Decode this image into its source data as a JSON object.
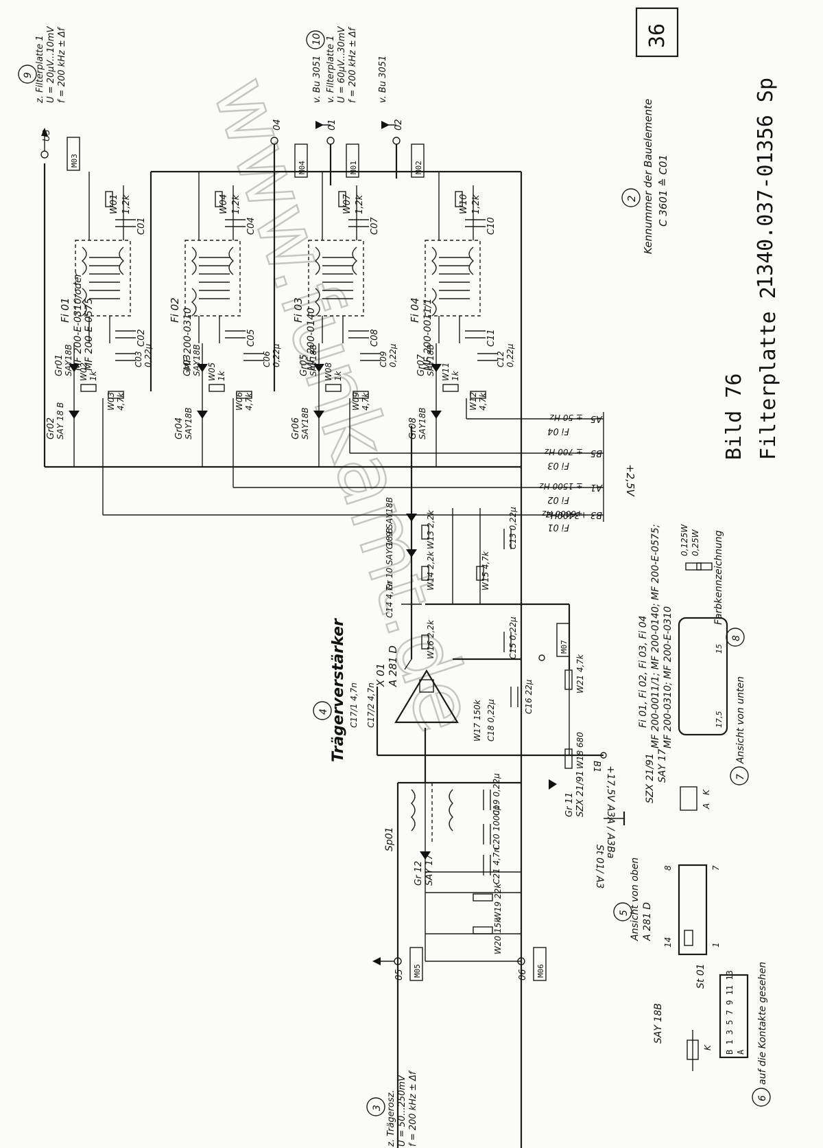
{
  "page_number": "36",
  "figure": {
    "title": "Bild 76",
    "subtitle": "Filterplatte 2",
    "doc_number": "1340.037-01356 Sp"
  },
  "watermark": "www.funkamt.de",
  "legend": {
    "circle": "2",
    "line1": "Kennummer der Bauelemente",
    "line2": "C 3601 ≙ C01"
  },
  "top_ports": {
    "u3": {
      "label": "U3",
      "note_circle": "9",
      "note1": "z. Filterplatte 1",
      "note2": "U = 20µV...10mV",
      "note3": "f = 200 kHz ± Δf",
      "mark": "M03"
    },
    "o4": {
      "label": "04"
    },
    "o1": {
      "label": "01",
      "ref": "v. Bu 3051",
      "mark": "M04",
      "note_circle": "10",
      "note1": "v. Filterplatte 1",
      "note2": "U = 60µV...30mV",
      "note3": "f = 200 kHz ± Δf",
      "mark2": "M01"
    },
    "o2": {
      "label": "02",
      "ref": "v. Bu 3051",
      "mark": "M02"
    }
  },
  "filters": [
    {
      "id": "Fi 01",
      "type": "MF 200-E-0310/oder",
      "type2": "MF 200-E-0575",
      "cap_a": "C01",
      "cap_b": "C02",
      "res": "W01",
      "res_val": "1,2k"
    },
    {
      "id": "Fi 02",
      "type": "MF 200-0310",
      "cap_a": "C04",
      "cap_b": "C05",
      "res": "W04",
      "res_val": "1,2k"
    },
    {
      "id": "Fi 03",
      "type": "MF 200-0140",
      "cap_a": "C07",
      "cap_b": "C08",
      "res": "W07",
      "res_val": "1,2k"
    },
    {
      "id": "Fi 04",
      "type": "MF 200-0011/1",
      "cap_a": "C10",
      "cap_b": "C11",
      "res": "W10",
      "res_val": "1,2k"
    }
  ],
  "switch_groups": [
    {
      "d1": "Gr01",
      "d1t": "SAY18B",
      "d2": "Gr02",
      "d2t": "SAY 18 B",
      "w_a": "W02",
      "w_a_val": "1k",
      "w_b": "W03",
      "w_b_val": "4,7k",
      "c": "C03",
      "c_val": "0,22µ"
    },
    {
      "d1": "Gr03",
      "d1t": "SAY18B",
      "d2": "Gr04",
      "d2t": "SAY18B",
      "w_a": "W05",
      "w_a_val": "1k",
      "w_b": "W06",
      "w_b_val": "4,7k",
      "c": "C06",
      "c_val": "0,22µ"
    },
    {
      "d1": "Gr05",
      "d1t": "SAY18B",
      "d2": "Gr06",
      "d2t": "SAY18B",
      "w_a": "W08",
      "w_a_val": "1k",
      "w_b": "W09",
      "w_b_val": "4,7k",
      "c": "C09",
      "c_val": "0,22µ"
    },
    {
      "d1": "Gr07",
      "d1t": "SAY18B",
      "d2": "Gr08",
      "d2t": "SAY18B",
      "w_a": "W11",
      "w_a_val": "1k",
      "w_b": "W12",
      "w_b_val": "4,7k",
      "c": "C12",
      "c_val": "0,22µ"
    }
  ],
  "control_lines": [
    {
      "pin": "A5",
      "filter": "Fi 04",
      "freq": "± 50 Hz"
    },
    {
      "pin": "B5",
      "filter": "Fi 03",
      "freq": "± 700 Hz"
    },
    {
      "pin": "A1",
      "filter": "Fi 02",
      "freq": "± 1500 Hz"
    },
    {
      "pin": "B3 +3400Hz",
      "filter": "Fi 01",
      "freq": "+6000 Hz"
    }
  ],
  "supply": "+2,5V",
  "amp": {
    "title": "Trägerverstärker",
    "circle": "4",
    "ic": "X 01",
    "ic_type": "A 281 D",
    "mark": "M07",
    "parts": [
      "Gr 9 SAY18B",
      "W13 2,2k",
      "Gr 10 SAY 18 B",
      "W14 2,2k",
      "W15 4,7k",
      "C13 0,22µ",
      "C14 4,7n",
      "W16 2,2k",
      "C15 0,22µ",
      "C17/1 4,7n",
      "C17/2 4,7n",
      "W17 150k",
      "C18 0,22µ",
      "C16 22µ",
      "W21 4,7k",
      "W18 680"
    ]
  },
  "supply_b1": "+17,5V A3A / A3Ba",
  "supply_b1_pin": "B1",
  "osc": {
    "sp": "Sp01",
    "gr": "Gr 12",
    "gr_t": "SAY 17",
    "gr11": "Gr 11",
    "gr11_t": "SZX 21/91",
    "parts": [
      "C19 0,22µ",
      "C20 1000p",
      "C21 4,7n",
      "W19 22k",
      "W20 15k"
    ],
    "port": "05",
    "mark": "M05",
    "ground": "06",
    "mark2": "M06",
    "st_pin": "St 01/ A3"
  },
  "bottom_note": {
    "circle": "3",
    "line1": "z. Trägerosz.",
    "line2": "U = 50...250mV",
    "line3": "f = 200 kHz ± Δf"
  },
  "pinouts": {
    "a281": {
      "circle": "5",
      "title": "Ansicht von oben",
      "sub": "A 281 D",
      "pins": [
        "14",
        "8",
        "1",
        "7"
      ]
    },
    "szx": {
      "title": "SZX 21/91",
      "sub": "SAY 17",
      "circle": "7",
      "caption": "Ansicht von unten",
      "pins": [
        "A",
        "K"
      ]
    },
    "say18b": {
      "title": "SAY 18B",
      "pin": "K"
    },
    "st01": {
      "title": "St 01",
      "row1": "B 1 3 5 7 9 11 13",
      "row2": "A",
      "circle": "6",
      "caption": "auf die Kontakte gesehen"
    },
    "filters": {
      "line1": "Fi 01, Fi 02, Fi 03, Fi 04",
      "line2": "MF 200-0011/1; MF 200-0140; MF 200-E-0575;",
      "line3": "MF 200-0310; MF 200-E-0310",
      "circle": "8",
      "caption": "Farbkennzeichnung",
      "dims": [
        "17,5",
        "15"
      ],
      "r1": "0,125W",
      "r2": "0,25W"
    }
  }
}
